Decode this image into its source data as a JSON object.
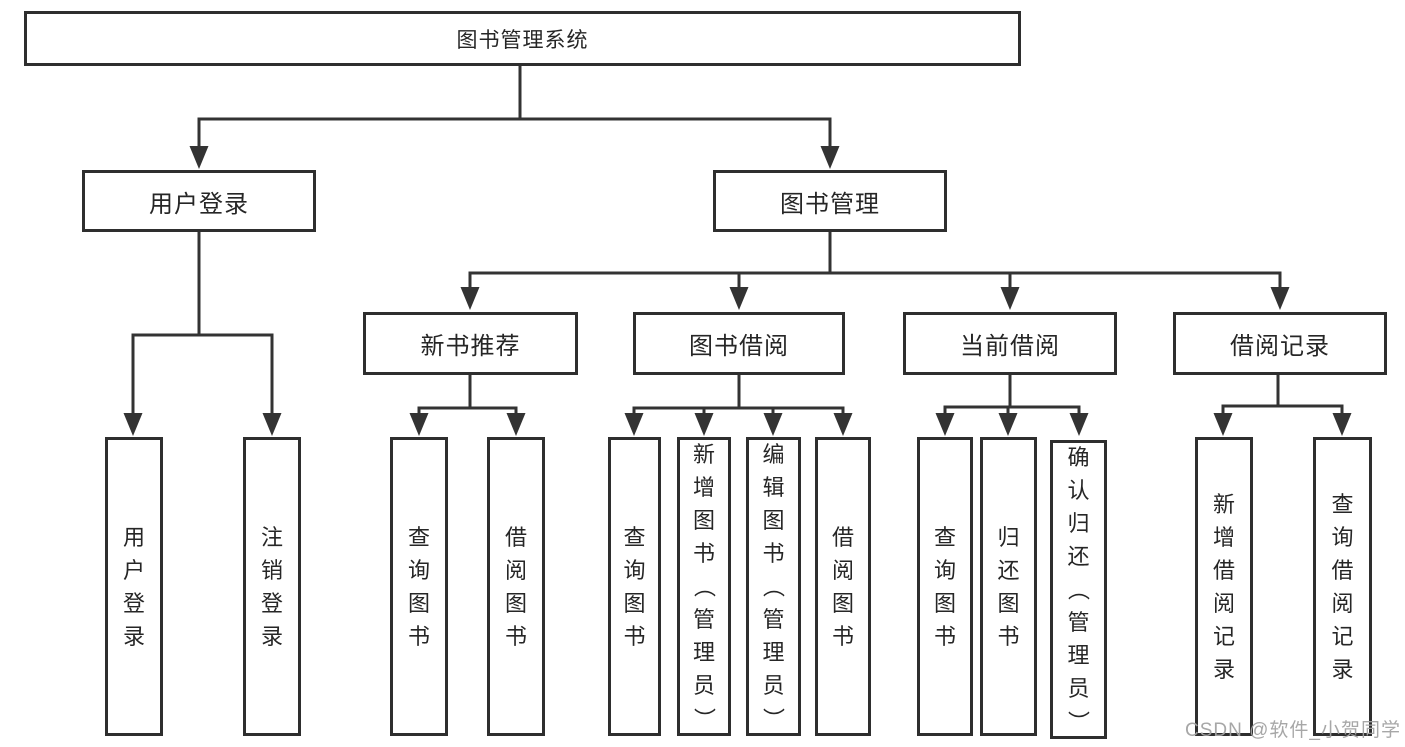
{
  "tree": {
    "root": "图书管理系统",
    "branches": [
      {
        "label": "用户登录",
        "children": [
          "用户登录",
          "注销登录"
        ]
      },
      {
        "label": "图书管理",
        "groups": [
          {
            "label": "新书推荐",
            "children": [
              "查询图书",
              "借阅图书"
            ]
          },
          {
            "label": "图书借阅",
            "children": [
              "查询图书",
              "新增图书（管理员）",
              "编辑图书（管理员）",
              "借阅图书"
            ]
          },
          {
            "label": "当前借阅",
            "children": [
              "查询图书",
              "归还图书",
              "确认归还（管理员）"
            ]
          },
          {
            "label": "借阅记录",
            "children": [
              "新增借阅记录",
              "查询借阅记录"
            ]
          }
        ]
      }
    ]
  },
  "watermark": "CSDN @软件_小贺同学",
  "colors": {
    "line": "#333333",
    "border": "#2e2e2e",
    "text": "#262626",
    "watermark": "#a3a3a3",
    "background": "#ffffff"
  }
}
